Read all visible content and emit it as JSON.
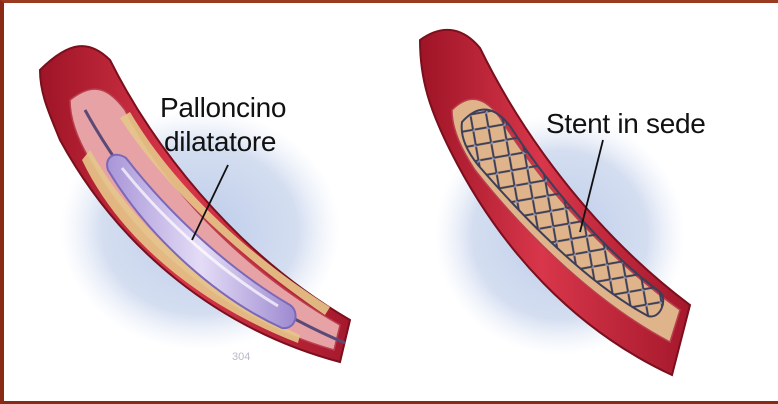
{
  "panels": [
    {
      "id": "balloon",
      "label_lines": [
        "Palloncino",
        "dilatatore"
      ],
      "watermark": "304"
    },
    {
      "id": "stent",
      "label_lines": [
        "Stent in sede"
      ]
    }
  ],
  "colors": {
    "frame": "#8a2a15",
    "vessel_wall": "#c8263a",
    "vessel_inner": "#e89aa0",
    "plaque": "#e8c890",
    "balloon": "#c9b8e8",
    "stent_mesh": "#4a4a60",
    "background_glow": "#b8c8e8"
  },
  "icons": [
    "artery-cutaway-illustration",
    "balloon-catheter-illustration",
    "stent-mesh-illustration"
  ]
}
